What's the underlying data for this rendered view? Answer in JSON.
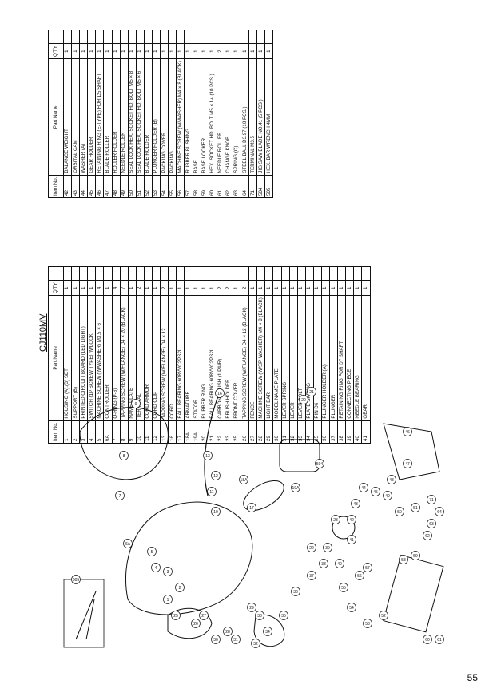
{
  "header": {
    "model": "CJ110MV",
    "page_number": "55"
  },
  "table_headers": {
    "item_no": "Item No.",
    "part_name": "Part Name",
    "qty": "Q'TY"
  },
  "left_table": [
    {
      "no": "1",
      "name": "HOUSING (A).(B) SET",
      "qty": "1"
    },
    {
      "no": "2",
      "name": "SUPPORT (B)",
      "qty": "1"
    },
    {
      "no": "3",
      "name": "PRINTED CIRCUIT BOARD (LED LIGHT)",
      "qty": "1"
    },
    {
      "no": "4",
      "name": "SWITCH (1P SCREW TYPE) W/LOCK",
      "qty": "1"
    },
    {
      "no": "5",
      "name": "MACHINE SCREW (W/WASHER) M3.5 × 6",
      "qty": "4"
    },
    {
      "no": "6A",
      "name": "CONTROLLER",
      "qty": "1"
    },
    {
      "no": "7",
      "name": "O-RING (P-6)",
      "qty": "4"
    },
    {
      "no": "8",
      "name": "TAPPING SCREW (W/FLANGE) D4 × 20 (BLACK)",
      "qty": "7"
    },
    {
      "no": "9",
      "name": "NAME PLATE",
      "qty": "1"
    },
    {
      "no": "10",
      "name": "TERMINAL",
      "qty": "2"
    },
    {
      "no": "11",
      "name": "CORD ARMOR",
      "qty": "1"
    },
    {
      "no": "12",
      "name": "CORD CLIP",
      "qty": "1"
    },
    {
      "no": "13",
      "name": "TAPPING SCREW (W/FLANGE) D4 × 12",
      "qty": "2"
    },
    {
      "no": "16",
      "name": "CORD",
      "qty": "1"
    },
    {
      "no": "17",
      "name": "BALL BEARING 608VVC2PS2L",
      "qty": "1"
    },
    {
      "no": "18A",
      "name": "ARMATURE",
      "qty": "1"
    },
    {
      "no": "19A",
      "name": "STATOR",
      "qty": "1"
    },
    {
      "no": "20",
      "name": "RUBBER RING",
      "qty": "1"
    },
    {
      "no": "21",
      "name": "BALL BEARING 608VVC2PS2L",
      "qty": "1"
    },
    {
      "no": "22",
      "name": "CARBON BRUSH (1 PAIR)",
      "qty": "2"
    },
    {
      "no": "23",
      "name": "BRUSH HOLDER",
      "qty": "2"
    },
    {
      "no": "25",
      "name": "FRONT COVER",
      "qty": "1"
    },
    {
      "no": "26",
      "name": "TAPPING SCREW (W/FLANGE) D4 × 12 (BLACK)",
      "qty": "2"
    },
    {
      "no": "27",
      "name": "FENCE",
      "qty": "1"
    },
    {
      "no": "28",
      "name": "MACHINE SCREW (W/SP. WASHER) M4 × 8 (BLACK)",
      "qty": "1"
    },
    {
      "no": "29",
      "name": "LIGHT BAR",
      "qty": "1"
    },
    {
      "no": "30",
      "name": "MODEL NAME PLATE",
      "qty": "1"
    },
    {
      "no": "31",
      "name": "LEVER SPRING",
      "qty": "1"
    },
    {
      "no": "32",
      "name": "LEVER",
      "qty": "1"
    },
    {
      "no": "33",
      "name": "LEVER BOLT",
      "qty": "1"
    },
    {
      "no": "34",
      "name": "PLATE SPRING",
      "qty": "1"
    },
    {
      "no": "35",
      "name": "PIN D6",
      "qty": "1"
    },
    {
      "no": "36",
      "name": "PLUNGER HOLDER (A)",
      "qty": "1"
    },
    {
      "no": "37",
      "name": "PLUNGER",
      "qty": "1"
    },
    {
      "no": "38",
      "name": "RETAINING RING FOR D7 SHAFT",
      "qty": "1"
    },
    {
      "no": "39",
      "name": "CONNECTING PIECE",
      "qty": "1"
    },
    {
      "no": "40",
      "name": "NEEDLE BEARING",
      "qty": "1"
    },
    {
      "no": "41",
      "name": "GEAR",
      "qty": "1"
    }
  ],
  "right_table": [
    {
      "no": "42",
      "name": "BALANCE WEIGHT",
      "qty": "1"
    },
    {
      "no": "43",
      "name": "ORBITAL CAM",
      "qty": "1"
    },
    {
      "no": "44",
      "name": "WASHER (A)",
      "qty": "1"
    },
    {
      "no": "45",
      "name": "GEAR HOLDER",
      "qty": "1"
    },
    {
      "no": "46",
      "name": "RETAINING RING (E-TYPE) FOR D5 SHAFT",
      "qty": "1"
    },
    {
      "no": "47",
      "name": "BLADE ROLLER",
      "qty": "1"
    },
    {
      "no": "48",
      "name": "ROLLER HOLDER",
      "qty": "1"
    },
    {
      "no": "49",
      "name": "NEEDLE ROLLER",
      "qty": "1"
    },
    {
      "no": "50",
      "name": "SEAL LOCK HEX. SOCKET HD. BOLT M5 × 8",
      "qty": "1"
    },
    {
      "no": "51",
      "name": "SEAL LOCK HEX. SOCKET HD. BOLT M5 × 6",
      "qty": "1"
    },
    {
      "no": "52",
      "name": "BLADE HOLDER",
      "qty": "1"
    },
    {
      "no": "53",
      "name": "PLUNGER HOLDER (B)",
      "qty": "1"
    },
    {
      "no": "54",
      "name": "PACKING COVER",
      "qty": "1"
    },
    {
      "no": "55",
      "name": "PACKING",
      "qty": "1"
    },
    {
      "no": "56",
      "name": "MACHINE SCREW (W/WASHER) M4 × 8 (BLACK)",
      "qty": "1"
    },
    {
      "no": "57",
      "name": "RUBBER BUSHING",
      "qty": "1"
    },
    {
      "no": "58",
      "name": "BASE",
      "qty": "1"
    },
    {
      "no": "59",
      "name": "BASE LOCKER",
      "qty": "1"
    },
    {
      "no": "60",
      "name": "HEX. SOCKET HD. BOLT M5 × 14 (10 PCS.)",
      "qty": "1"
    },
    {
      "no": "61",
      "name": "NEEDLE ROLLER",
      "qty": "2"
    },
    {
      "no": "62",
      "name": "CHANGE KNOB",
      "qty": "1"
    },
    {
      "no": "63",
      "name": "SPRING (C)",
      "qty": "1"
    },
    {
      "no": "64",
      "name": "STEEL BALL D3.97 (10 PCS.)",
      "qty": "1"
    },
    {
      "no": "71",
      "name": "TERMINAL M3.5",
      "qty": "1"
    },
    {
      "no": "504",
      "name": "JIG SAW BLADE NO.41 (5 PCS.)",
      "qty": "1"
    },
    {
      "no": "505",
      "name": "HEX. BAR WRENCH 4MM",
      "qty": "1"
    }
  ],
  "callouts": [
    "1",
    "2",
    "3",
    "4",
    "5",
    "6A",
    "7",
    "8",
    "9",
    "10",
    "11",
    "12",
    "13",
    "16",
    "17",
    "18A",
    "19A",
    "20",
    "21",
    "22",
    "23",
    "25",
    "26",
    "27",
    "28",
    "29",
    "30",
    "31",
    "32",
    "33",
    "34",
    "35",
    "36",
    "37",
    "38",
    "39",
    "40",
    "41",
    "42",
    "43",
    "44",
    "45",
    "46",
    "47",
    "48",
    "49",
    "50",
    "51",
    "52",
    "53",
    "54",
    "55",
    "56",
    "57",
    "58",
    "59",
    "60",
    "61",
    "62",
    "63",
    "64",
    "71",
    "504",
    "505"
  ]
}
